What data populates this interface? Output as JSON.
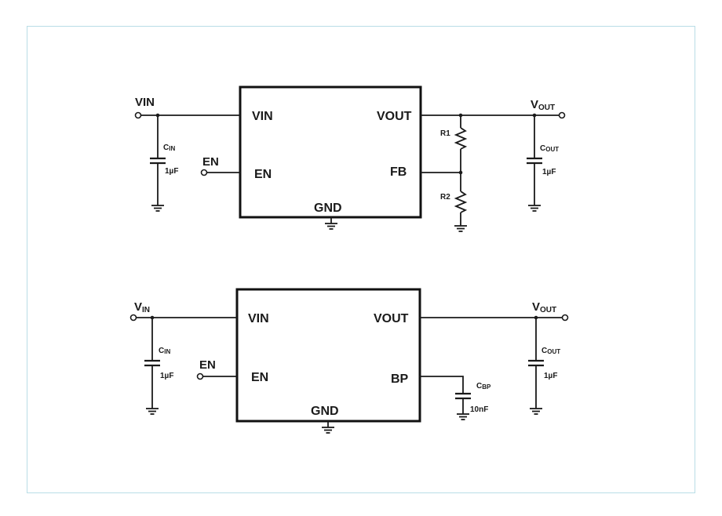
{
  "circuit_top": {
    "chip_pins": {
      "vin": "VIN",
      "vout": "VOUT",
      "en": "EN",
      "fb": "FB",
      "gnd": "GND"
    },
    "vin_terminal": "VIN",
    "en_terminal": "EN",
    "vout_terminal": {
      "main": "V",
      "sub": "OUT"
    },
    "cin": {
      "main": "C",
      "sub": "IN",
      "value": "1µF"
    },
    "cout": {
      "main": "C",
      "sub": "OUT",
      "value": "1µF"
    },
    "r1": "R1",
    "r2": "R2"
  },
  "circuit_bottom": {
    "chip_pins": {
      "vin": "VIN",
      "vout": "VOUT",
      "en": "EN",
      "bp": "BP",
      "gnd": "GND"
    },
    "vin_terminal": {
      "main": "V",
      "sub": "IN"
    },
    "en_terminal": "EN",
    "vout_terminal": {
      "main": "V",
      "sub": "OUT"
    },
    "cin": {
      "main": "C",
      "sub": "IN",
      "value": "1µF"
    },
    "cout": {
      "main": "C",
      "sub": "OUT",
      "value": "1µF"
    },
    "cbp": {
      "main": "C",
      "sub": "BP",
      "value": "10nF"
    }
  }
}
